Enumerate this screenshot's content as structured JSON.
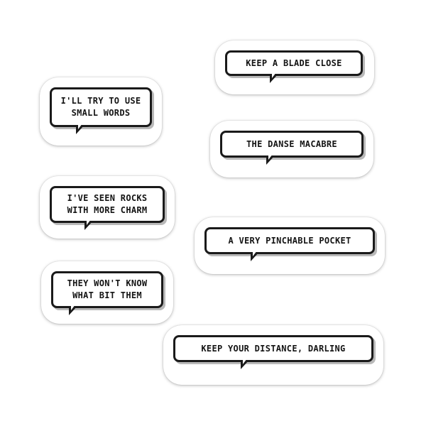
{
  "stickers": [
    {
      "text": "KEEP A BLADE CLOSE"
    },
    {
      "text": "I'LL TRY TO USE\nSMALL WORDS"
    },
    {
      "text": "THE DANSE MACABRE"
    },
    {
      "text": "I'VE SEEN ROCKS\nWITH MORE CHARM"
    },
    {
      "text": "A VERY PINCHABLE POCKET"
    },
    {
      "text": "THEY WON'T KNOW\nWHAT BIT THEM"
    },
    {
      "text": "KEEP YOUR DISTANCE, DARLING"
    }
  ],
  "colors": {
    "ink": "#1a1a1a",
    "shadow": "#b9b9b9",
    "background": "#ffffff"
  }
}
